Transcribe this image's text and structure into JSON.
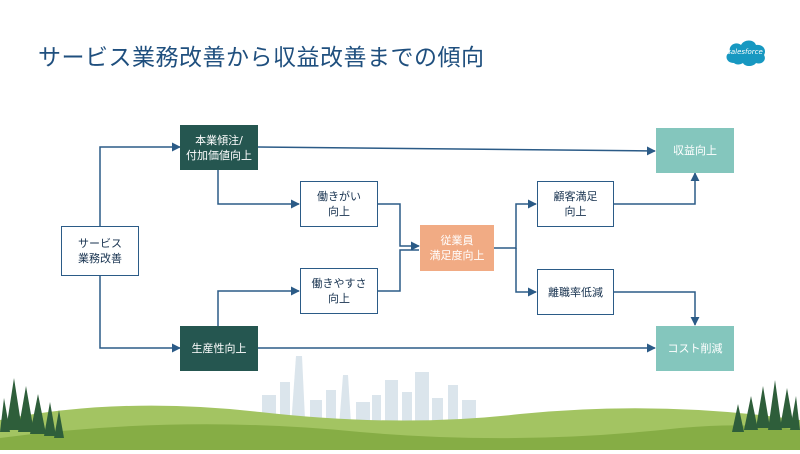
{
  "slide": {
    "title": "サービス業務改善から収益改善までの傾向",
    "logo_text": "salesforce"
  },
  "diagram": {
    "nodes": {
      "service": "サービス\n業務改善",
      "focus": "本業傾注/\n付加価値向上",
      "productivity": "生産性向上",
      "motivation": "働きがい\n向上",
      "ease": "働きやすさ\n向上",
      "employee": "従業員\n満足度向上",
      "customer": "顧客満足\n向上",
      "turnover": "離職率低減",
      "revenue": "収益向上",
      "cost": "コスト削減"
    }
  },
  "colors": {
    "title": "#1f4f7e",
    "line": "#2b5b87",
    "dark_box": "#255650",
    "teal_box": "#84c6bd",
    "peach_box": "#f1ab84",
    "logo": "#1798c1"
  }
}
